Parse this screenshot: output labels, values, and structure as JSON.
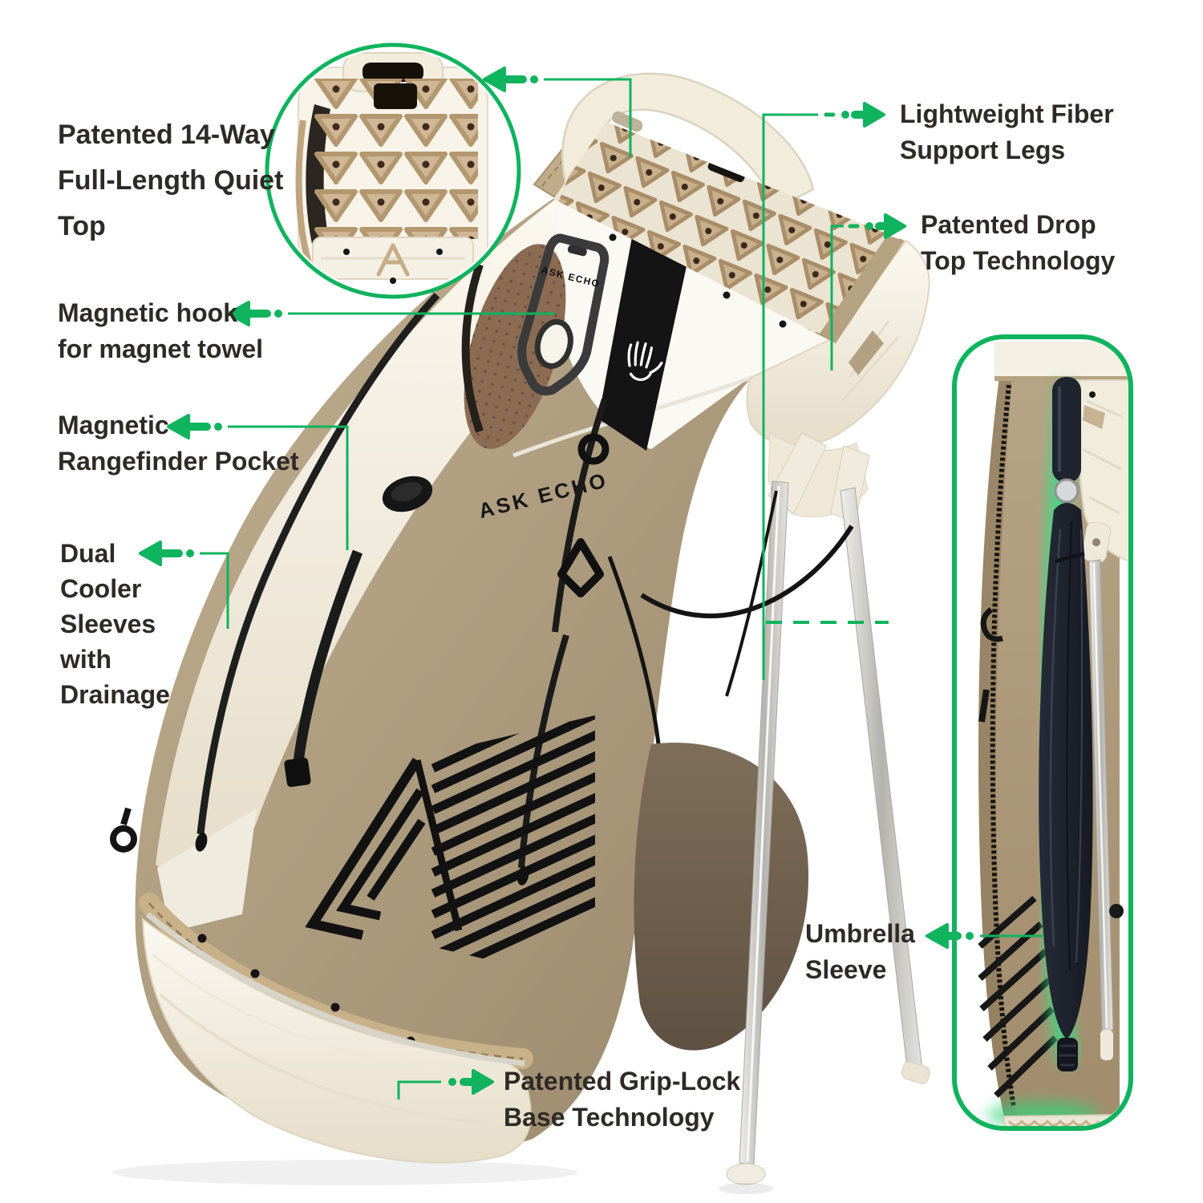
{
  "colors": {
    "accent": "#10b35e",
    "ink": "#2e2a26",
    "bag_tan": "#b4a185",
    "bag_cream": "#f3eee2",
    "leather_brown": "#8d6c54",
    "umbrella_navy": "#20242f"
  },
  "brand": {
    "bag_logo": "ASK ECHO",
    "hook_logo": "ASK ECHO"
  },
  "callouts": {
    "quiet_top": {
      "lines": [
        "Patented 14-Way",
        "Full-Length Quiet",
        "Top"
      ]
    },
    "magnetic_hook": {
      "lines": [
        "Magnetic hook",
        "for magnet towel"
      ]
    },
    "rangefinder": {
      "lines": [
        "Magnetic",
        "Rangefinder Pocket"
      ]
    },
    "dual_cooler": {
      "lines": [
        "Dual",
        "Cooler",
        "Sleeves",
        "with",
        "Drainage"
      ]
    },
    "support_legs": {
      "lines": [
        "Lightweight Fiber",
        "Support Legs"
      ]
    },
    "drop_top": {
      "lines": [
        "Patented Drop",
        "Top Technology"
      ]
    },
    "umbrella_sleeve": {
      "lines": [
        "Umbrella",
        "Sleeve"
      ]
    },
    "grip_lock": {
      "lines": [
        "Patented Grip-Lock",
        "Base Technology"
      ]
    }
  }
}
